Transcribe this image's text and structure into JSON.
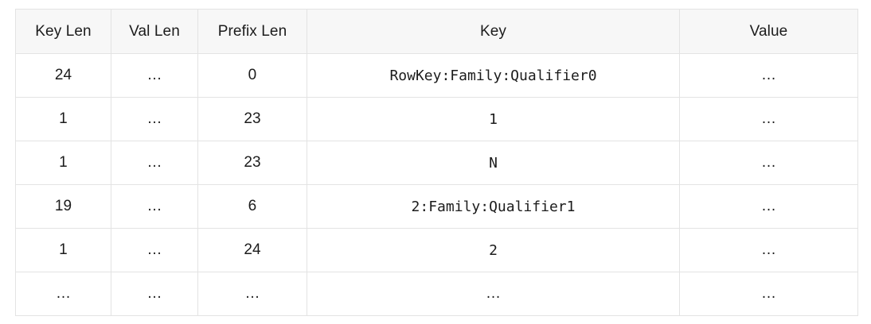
{
  "table": {
    "columns": [
      {
        "key": "key_len",
        "label": "Key Len",
        "align": "center",
        "mono": false
      },
      {
        "key": "val_len",
        "label": "Val Len",
        "align": "center",
        "mono": false
      },
      {
        "key": "prefix_len",
        "label": "Prefix Len",
        "align": "center",
        "mono": false
      },
      {
        "key": "key",
        "label": "Key",
        "align": "center",
        "mono": true
      },
      {
        "key": "value",
        "label": "Value",
        "align": "center",
        "mono": false
      }
    ],
    "ellipsis": "…",
    "rows": [
      {
        "key_len": "24",
        "val_len": "…",
        "prefix_len": "0",
        "key": "RowKey:Family:Qualifier0",
        "value": "…"
      },
      {
        "key_len": "1",
        "val_len": "…",
        "prefix_len": "23",
        "key": "1",
        "value": "…"
      },
      {
        "key_len": "1",
        "val_len": "…",
        "prefix_len": "23",
        "key": "N",
        "value": "…"
      },
      {
        "key_len": "19",
        "val_len": "…",
        "prefix_len": "6",
        "key": "2:Family:Qualifier1",
        "value": "…"
      },
      {
        "key_len": "1",
        "val_len": "…",
        "prefix_len": "24",
        "key": "2",
        "value": "…"
      },
      {
        "key_len": "…",
        "val_len": "…",
        "prefix_len": "…",
        "key": "…",
        "value": "…"
      }
    ]
  },
  "style": {
    "header_background": "#f7f7f7",
    "border_color": "#e3e3e3",
    "text_color": "#1c1c1c",
    "page_background": "#ffffff"
  }
}
